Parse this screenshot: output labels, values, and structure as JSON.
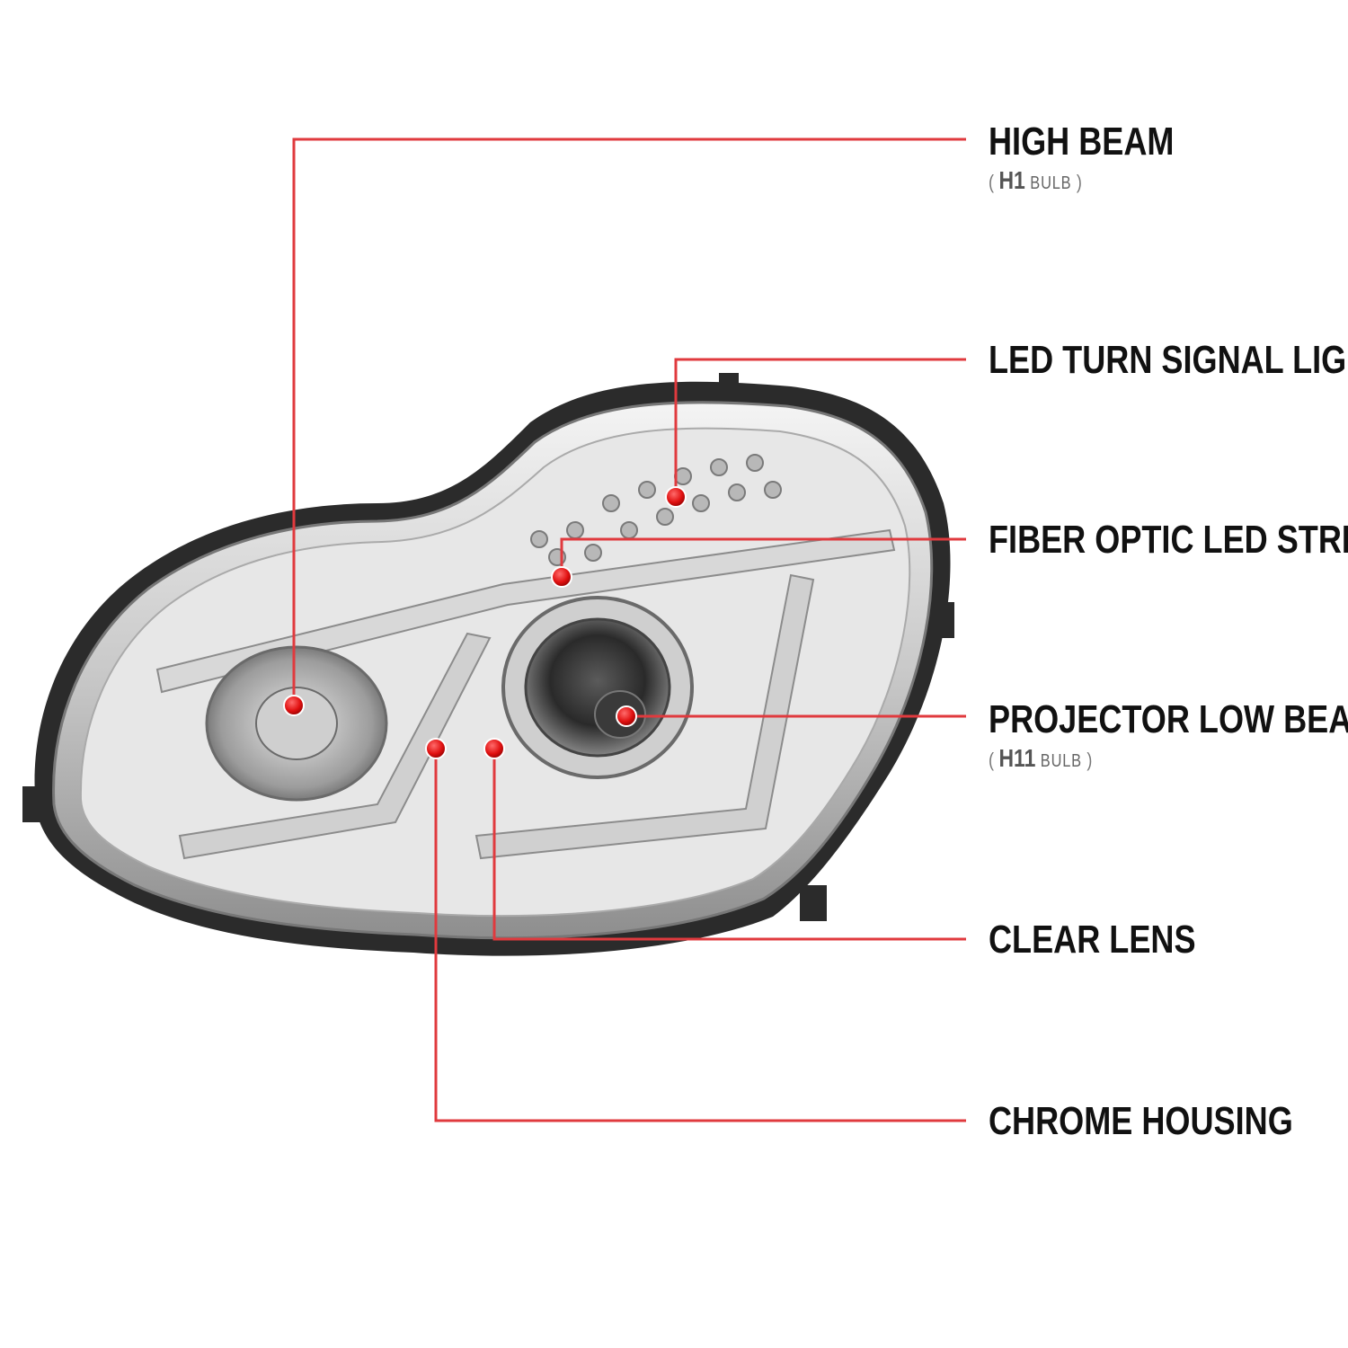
{
  "accent_color": "#e03a3e",
  "callouts": [
    {
      "id": "high-beam",
      "title": "HIGH BEAM",
      "bulb_code": "H1",
      "bulb_word": "BULB"
    },
    {
      "id": "led-turn-signal",
      "title": "LED TURN SIGNAL LIGHT"
    },
    {
      "id": "fiber-optic-strip",
      "title": "FIBER OPTIC LED STRIP"
    },
    {
      "id": "projector-low-beam",
      "title": "PROJECTOR LOW BEAM",
      "bulb_code": "H11",
      "bulb_word": "BULB"
    },
    {
      "id": "clear-lens",
      "title": "CLEAR LENS"
    },
    {
      "id": "chrome-housing",
      "title": "CHROME HOUSING"
    }
  ],
  "paren_open": "(",
  "paren_close": ")"
}
